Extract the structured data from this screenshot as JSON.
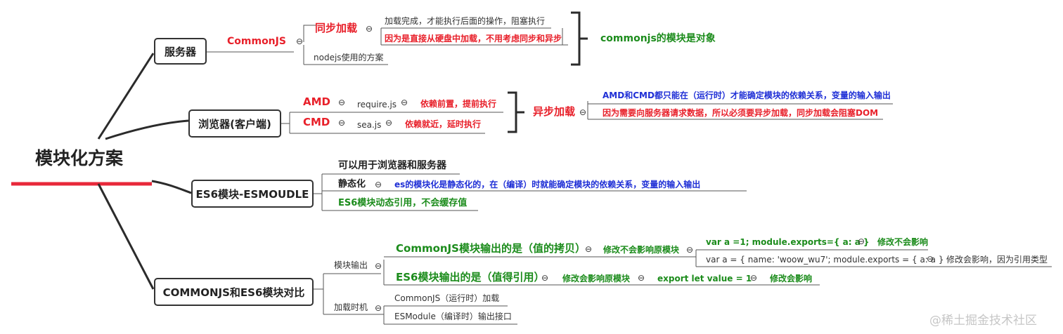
{
  "root": {
    "label": "模块化方案"
  },
  "watermark": "@稀土掘金技术社区",
  "collapse_glyph": "⊖",
  "branches": {
    "server": {
      "label": "服务器",
      "commonjs": "CommonJS",
      "sync_load": "同步加载",
      "sync_note1": "加载完成，才能执行后面的操作，阻塞执行",
      "sync_note2": "因为是直接从硬盘中加载，不用考虑同步和异步",
      "nodejs_note": "nodejs使用的方案",
      "summary": "commonjs的模块是对象"
    },
    "browser": {
      "label": "浏览器(客户端)",
      "amd": "AMD",
      "amd_lib": "require.js",
      "amd_note": "依赖前置，提前执行",
      "cmd": "CMD",
      "cmd_lib": "sea.js",
      "cmd_note": "依赖就近，延时执行",
      "async_load": "异步加载",
      "async_note1": "AMD和CMD都只能在（运行时）才能确定模块的依赖关系，变量的输入输出",
      "async_note2": "因为需要向服务器请求数据，所以必须要异步加载，同步加载会阻塞DOM"
    },
    "es6": {
      "label": "ES6模块-ESMOUDLE",
      "usage": "可以用于浏览器和服务器",
      "static_label": "静态化",
      "static_note": "es的模块化是静态化的，在（编译）时就能确定模块的依赖关系，变量的输入输出",
      "dynamic_ref": "ES6模块动态引用，不会缓存值"
    },
    "compare": {
      "label": "COMMONJS和ES6模块对比",
      "output_label": "模块输出",
      "cjs_output": "CommonJS模块输出的是（值的拷贝）",
      "cjs_effect": "修改不会影响原模块",
      "cjs_code1": "var a =1; module.exports={ a: a }",
      "cjs_code1_note": "修改不会影响",
      "cjs_code2": "var a = { name: 'woow_wu7'; module.exports = { a: a }",
      "cjs_code2_note": "修改会影响，因为引用类型",
      "es_output": "ES6模块输出的是（值得引用）",
      "es_effect": "修改会影响原模块",
      "es_code": "export let value = 1",
      "es_code_note": "修改会影响",
      "timing_label": "加载时机",
      "timing_cjs": "CommonJS（运行时）加载",
      "timing_es": "ESModule（编译时）输出接口"
    }
  }
}
